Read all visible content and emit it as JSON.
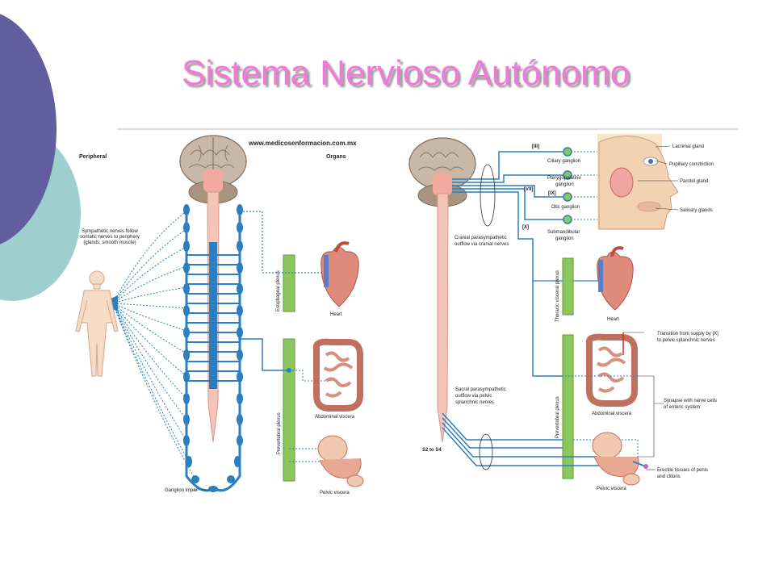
{
  "slide": {
    "title": "Sistema Nervioso Autónomo",
    "colors": {
      "title": "#f07ad8",
      "accent_purple": "#615d9f",
      "accent_teal": "#9ecfcf",
      "nerve_blue": "#2b7fc0",
      "plexus_green": "#8cc65f"
    }
  },
  "left_panel": {
    "watermark": "www.medicosenformacion.com.mx",
    "heading_left": "Peripheral",
    "heading_right": "Organs",
    "note_1": "Sympathetic nerves follow",
    "note_2": "somatic nerves to periphery",
    "note_3": "(glands, smooth muscle)",
    "esophageal_plexus": "Esophageal plexus",
    "prevertebral_plexus": "Prevertebral plexus",
    "heart": "Heart",
    "abdominal_viscera": "Abdominal viscera",
    "pelvic_viscera": "Pelvic viscera",
    "ganglion_impar": "Ganglion impar"
  },
  "right_panel": {
    "nerve_iii": "[III]",
    "nerve_vii": "[VII]",
    "nerve_ix": "[IX]",
    "nerve_x": "[X]",
    "ciliary_ganglion": "Ciliary ganglion",
    "pterygopalatine_1": "Pterygopalatine",
    "pterygopalatine_2": "ganglion",
    "otic_ganglion": "Otic ganglion",
    "submandibular_1": "Submandibular",
    "submandibular_2": "ganglion",
    "lacrimal_gland": "Lacrimal gland",
    "pupillary_constriction": "Pupillary constriction",
    "parotid_gland": "Parotid gland",
    "salivary_glands": "Salivary glands",
    "cranial_outflow_1": "Cranial parasympathetic",
    "cranial_outflow_2": "outflow via cranial nerves",
    "thoracic_plexus": "Thoracic visceral plexus",
    "prevertebral_plexus": "Prevertebral plexus",
    "heart": "Heart",
    "transition_1": "Transition from supply by [X]",
    "transition_2": "to pelvic splanchnic nerves",
    "abdominal_viscera": "Abdominal viscera",
    "synapse_1": "Synapse with nerve cells",
    "synapse_2": "of enteric system",
    "sacral_outflow_1": "Sacral parasympathetic",
    "sacral_outflow_2": "outflow via pelvic",
    "sacral_outflow_3": "splanchnic nerves",
    "s2_s4": "S2 to S4",
    "erectile_1": "Erectile tissues of penis",
    "erectile_2": "and clitoris",
    "pelvic_viscera": "Pelvic viscera"
  }
}
